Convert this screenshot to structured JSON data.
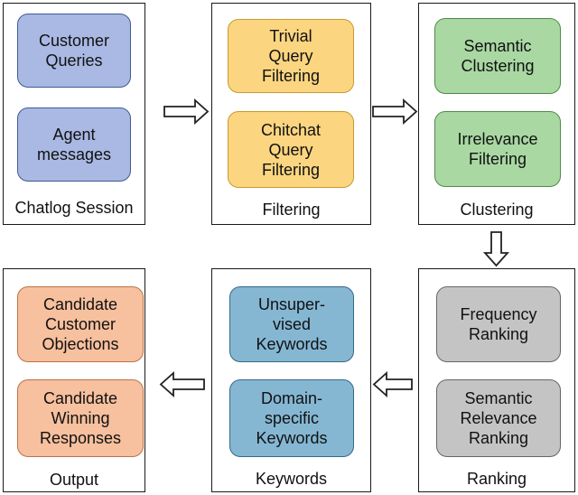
{
  "panels": {
    "chatlog": {
      "title": "Chatlog Session",
      "nodes": [
        "Customer\nQueries",
        "Agent\nmessages"
      ]
    },
    "filtering": {
      "title": "Filtering",
      "nodes": [
        "Trivial\nQuery\nFiltering",
        "Chitchat\nQuery\nFiltering"
      ]
    },
    "clustering": {
      "title": "Clustering",
      "nodes": [
        "Semantic\nClustering",
        "Irrelevance\nFiltering"
      ]
    },
    "ranking": {
      "title": "Ranking",
      "nodes": [
        "Frequency\nRanking",
        "Semantic\nRelevance\nRanking"
      ]
    },
    "keywords": {
      "title": "Keywords",
      "nodes": [
        "Unsuper-\nvised\nKeywords",
        "Domain-\nspecific\nKeywords"
      ]
    },
    "output": {
      "title": "Output",
      "nodes": [
        "Candidate\nCustomer\nObjections",
        "Candidate\nWinning\nResponses"
      ]
    }
  },
  "colors": {
    "chatlog": "#a9b9e3",
    "filtering": "#fbd580",
    "clustering": "#a9d8a3",
    "ranking": "#c4c4c4",
    "keywords": "#85b7d3",
    "output": "#f7c09e"
  }
}
